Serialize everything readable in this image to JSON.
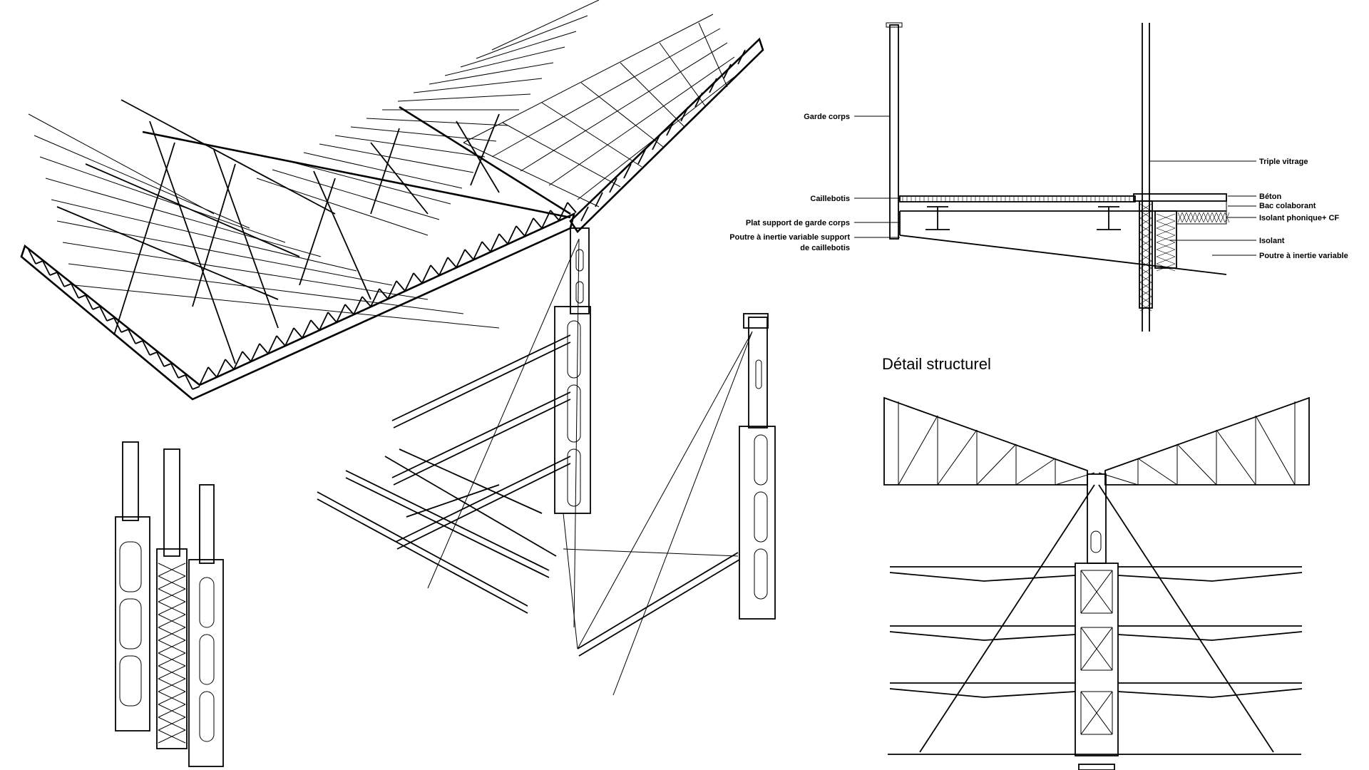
{
  "section_detail": {
    "labels_left": [
      "Garde corps",
      "Caillebotis",
      "Plat support de garde corps",
      "Poutre à inertie variable support",
      "de  caillebotis"
    ],
    "labels_right": [
      "Triple vitrage",
      "Béton",
      "Bac colaborant",
      "Isolant phonique+ CF",
      "Isolant",
      "Poutre à inertie variable"
    ]
  },
  "structural_detail": {
    "title": "Détail structurel"
  }
}
